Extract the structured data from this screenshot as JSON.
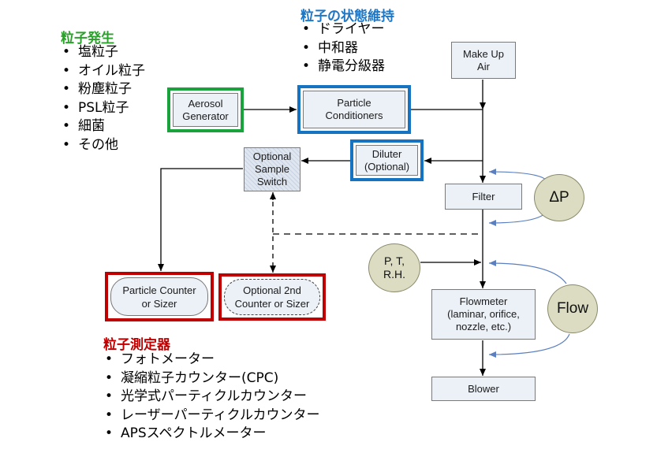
{
  "generation": {
    "title": "粒子発生",
    "items": [
      "塩粒子",
      "オイル粒子",
      "粉塵粒子",
      "PSL粒子",
      "細菌",
      "その他"
    ],
    "color": "#2ca02c"
  },
  "conditioning": {
    "title": "粒子の状態維持",
    "items": [
      "ドライヤー",
      "中和器",
      "静電分級器"
    ],
    "color": "#1f77c4"
  },
  "measurement": {
    "title": "粒子測定器",
    "items": [
      "フォトメーター",
      "凝縮粒子カウンター(CPC)",
      "光学式パーティクルカウンター",
      "レーザーパーティクルカウンター",
      "APSスペクトルメーター"
    ],
    "color": "#c00000"
  },
  "boxes": {
    "aerosol_generator": "Aerosol\nGenerator",
    "particle_conditioners": "Particle\nConditioners",
    "make_up_air": "Make Up\nAir",
    "diluter": "Diluter\n(Optional)",
    "sample_switch": "Optional\nSample\nSwitch",
    "filter": "Filter",
    "flowmeter": "Flowmeter\n(laminar, orifice,\nnozzle, etc.)",
    "blower": "Blower",
    "particle_counter": "Particle Counter\nor Sizer",
    "second_counter": "Optional 2nd\nCounter or Sizer"
  },
  "sensors": {
    "delta_p": "ΔP",
    "ptrh": "P, T,\nR.H.",
    "flow": "Flow"
  },
  "colors": {
    "green_frame": "#1aa33c",
    "blue_frame": "#1573c2",
    "red_frame": "#c00000",
    "box_fill": "#ecf1f8",
    "sensor_fill": "#dcdcc3",
    "sensor_link": "#5b7fbf"
  }
}
